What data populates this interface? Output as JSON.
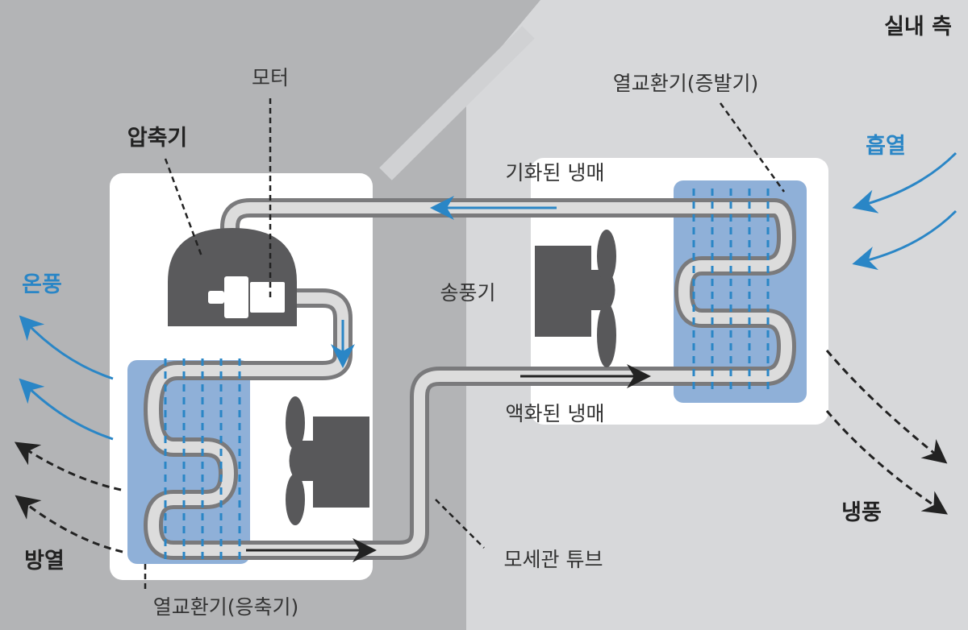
{
  "labels": {
    "indoor_side": "실내 측",
    "motor": "모터",
    "compressor": "압축기",
    "evaporator": "열교환기(증발기)",
    "absorb_heat": "흡열",
    "vaporized_refrigerant": "기화된 냉매",
    "blower": "송풍기",
    "warm_air": "온풍",
    "liquefied_refrigerant": "액화된 냉매",
    "cool_air": "냉풍",
    "capillary_tube": "모세관 튜브",
    "heat_release": "방열",
    "condenser": "열교환기(응축기)"
  },
  "colors": {
    "outdoor_bg": "#b3b4b6",
    "indoor_bg": "#d7d8da",
    "coil": "#8fb0d8",
    "accent_blue": "#2a86c6",
    "dark": "#58585a"
  }
}
